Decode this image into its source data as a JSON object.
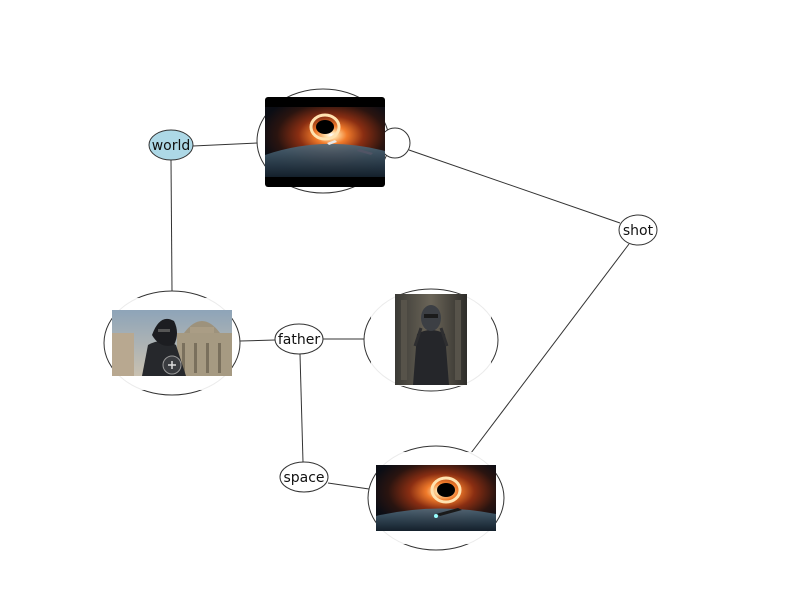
{
  "graph": {
    "nodes": [
      {
        "id": "world",
        "label": "world",
        "kind": "word",
        "selected": true
      },
      {
        "id": "shot",
        "label": "shot",
        "kind": "word"
      },
      {
        "id": "father",
        "label": "father",
        "kind": "word"
      },
      {
        "id": "space",
        "label": "space",
        "kind": "word"
      },
      {
        "id": "img-blackhole-top",
        "label": "",
        "kind": "image",
        "picture": "black-hole-spaceship"
      },
      {
        "id": "img-knight",
        "label": "",
        "kind": "image",
        "picture": "armored-knight-cathedral"
      },
      {
        "id": "img-predator",
        "label": "",
        "kind": "image",
        "picture": "predator-warrior"
      },
      {
        "id": "img-blackhole-bottom",
        "label": "",
        "kind": "image",
        "picture": "black-hole-spaceship"
      }
    ],
    "edges": [
      [
        "world",
        "img-blackhole-top"
      ],
      [
        "world",
        "img-knight"
      ],
      [
        "img-blackhole-top",
        "shot"
      ],
      [
        "shot",
        "img-blackhole-bottom"
      ],
      [
        "img-knight",
        "father"
      ],
      [
        "father",
        "img-predator"
      ],
      [
        "father",
        "space"
      ],
      [
        "space",
        "img-blackhole-bottom"
      ]
    ],
    "colors": {
      "selected_fill": "#add8e6",
      "node_fill": "#ffffff",
      "stroke": "#333333"
    }
  }
}
